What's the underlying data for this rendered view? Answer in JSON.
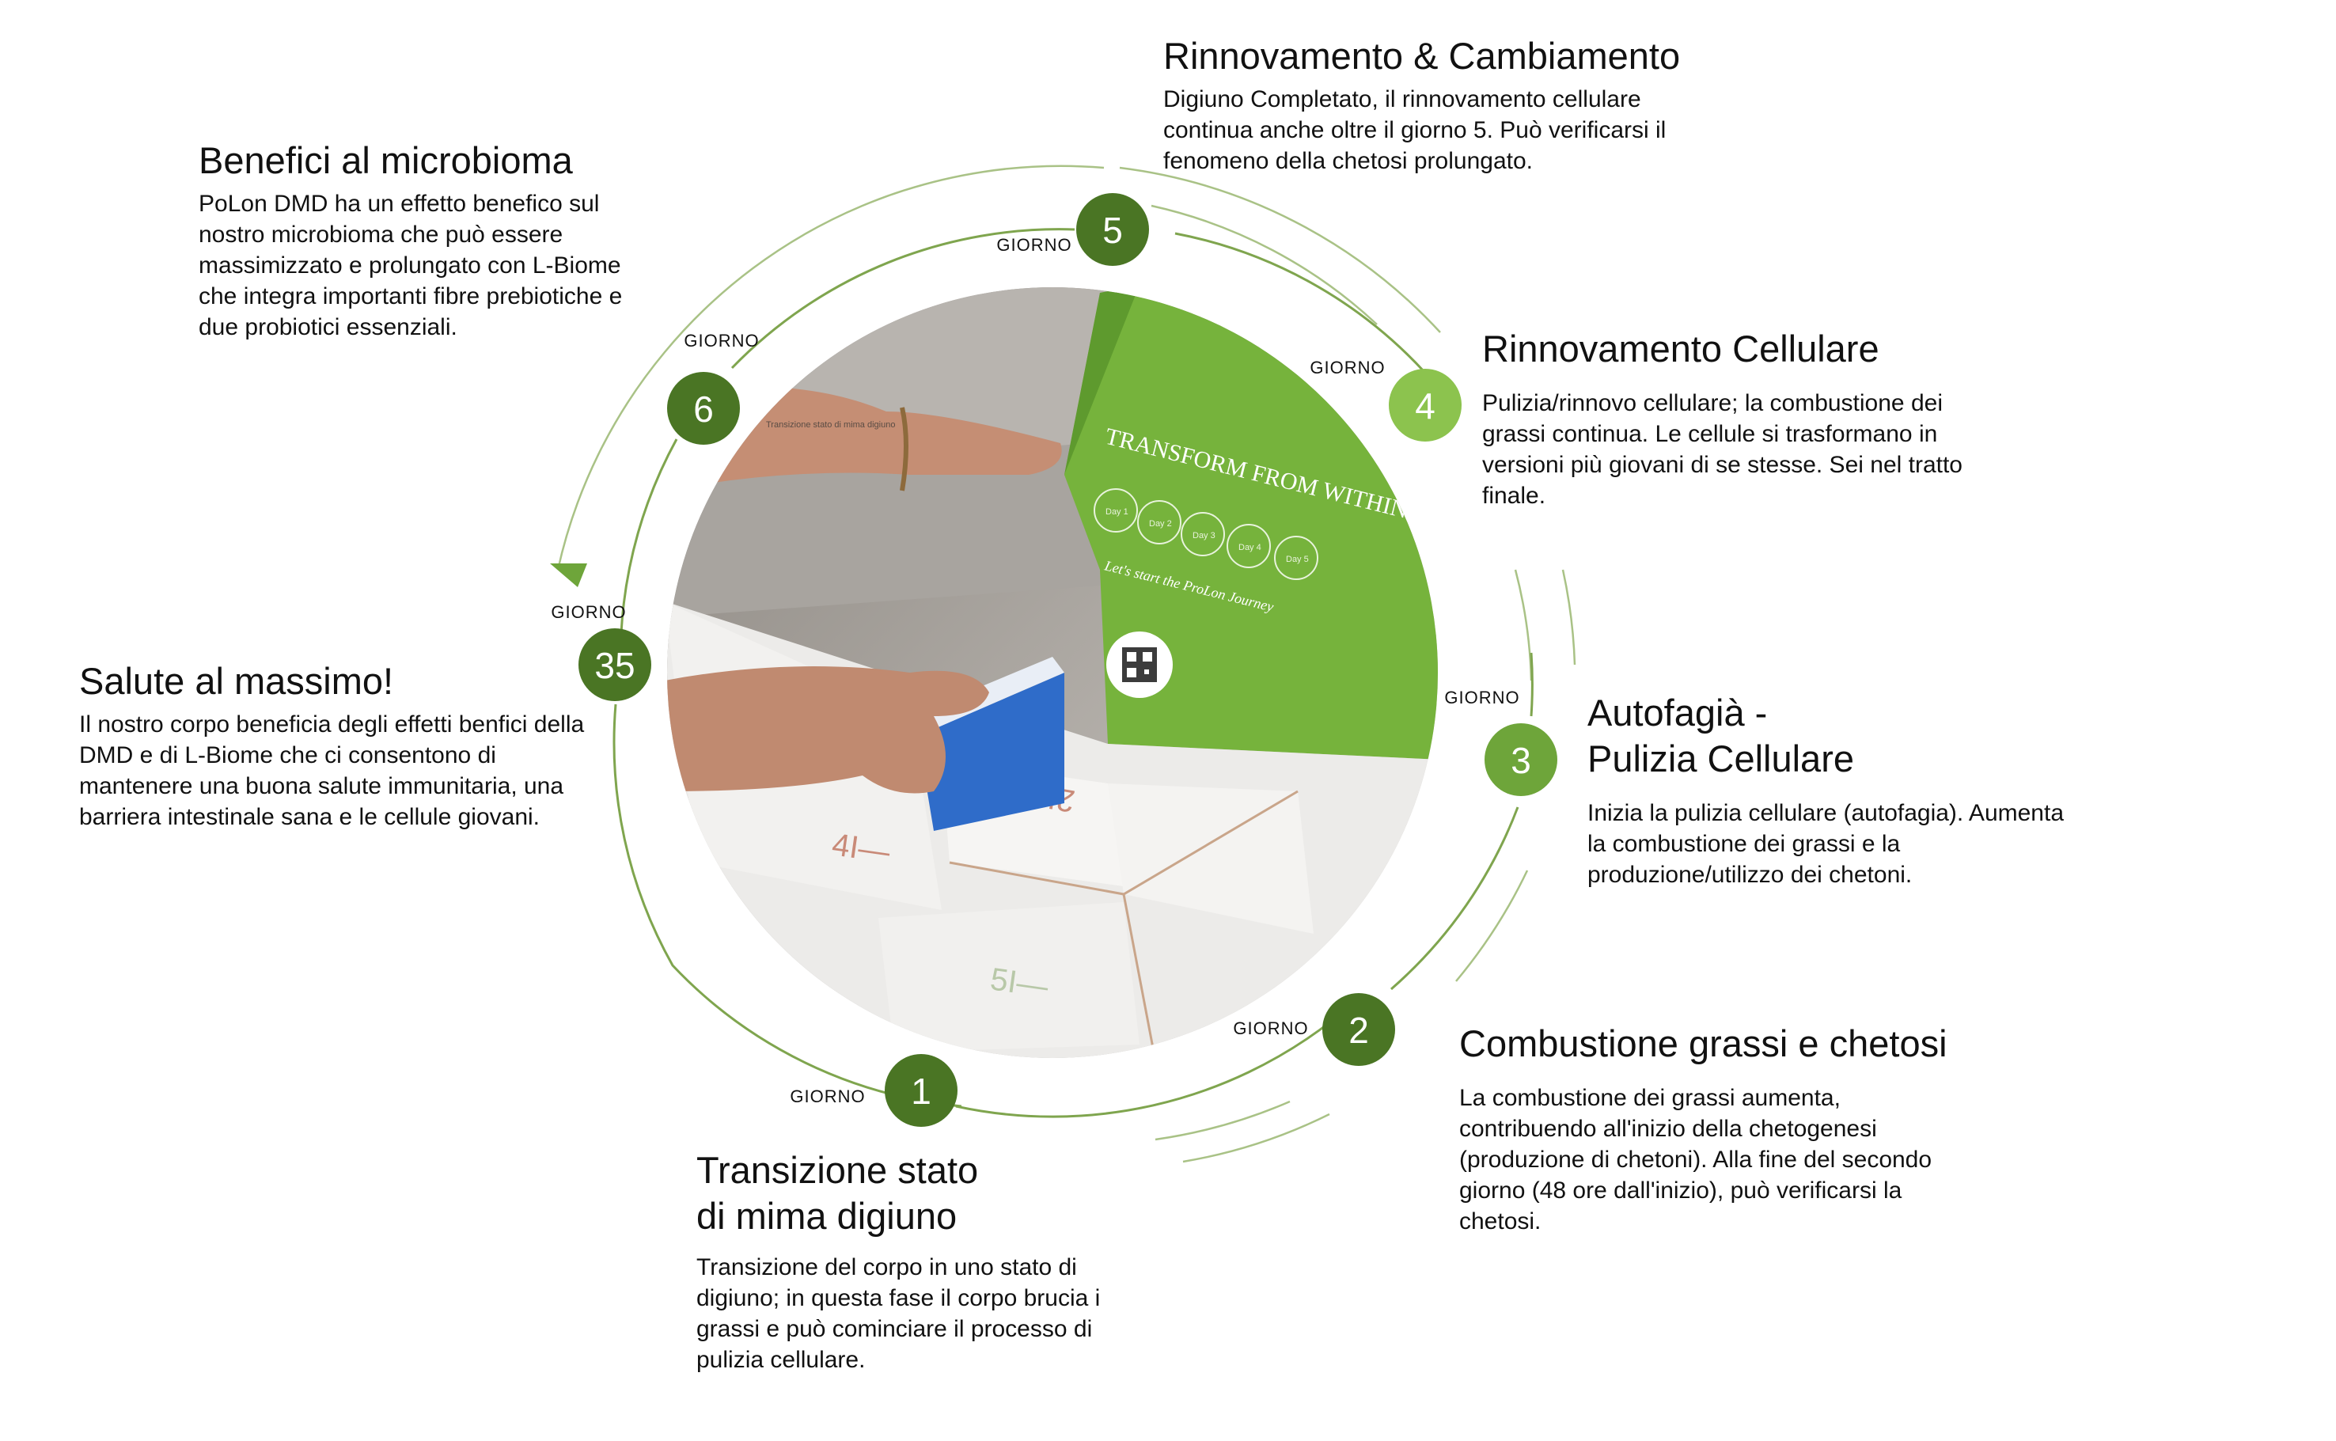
{
  "label_giorno": "GIORNO",
  "colors": {
    "dark_green": "#4a7524",
    "light_green": "#8cc34e",
    "mid_green": "#6ea53a",
    "arc": "#7fa54e"
  },
  "photo": {
    "box_heading": "TRANSFORM FROM WITHIN",
    "box_days": [
      "Day 1",
      "Day 2",
      "Day 3",
      "Day 4",
      "Day 5"
    ],
    "box_footer": "Let's start the ProLon Journey",
    "caption": "Transizione stato di mima digiuno"
  },
  "steps": [
    {
      "day": "1",
      "title_lines": [
        "Transizione stato",
        "di mima digiuno"
      ],
      "body": "Transizione del corpo in uno stato di digiuno; in questa fase il corpo brucia i grassi e può cominciare il processo di pulizia cellulare."
    },
    {
      "day": "2",
      "title_lines": [
        "Combustione grassi e chetosi"
      ],
      "body": "La combustione dei grassi aumenta, contribuendo all'inizio della chetogenesi (produzione di chetoni). Alla fine del secondo giorno (48 ore dall'inizio), può verificarsi la chetosi."
    },
    {
      "day": "3",
      "title_lines": [
        "Autofagià -",
        "Pulizia Cellulare"
      ],
      "body": "Inizia la pulizia cellulare (autofagia). Aumenta la combustione dei grassi e la produzione/utilizzo dei chetoni."
    },
    {
      "day": "4",
      "title_lines": [
        "Rinnovamento Cellulare"
      ],
      "body": "Pulizia/rinnovo cellulare; la combustione dei grassi continua. Le cellule si trasformano in versioni più giovani di se stesse. Sei nel tratto finale."
    },
    {
      "day": "5",
      "title_lines": [
        "Rinnovamento & Cambiamento"
      ],
      "body": "Digiuno Completato, il rinnovamento cellulare continua anche oltre il giorno 5. Può verificarsi il fenomeno della chetosi prolungato."
    },
    {
      "day": "6",
      "title_lines": [
        "Benefici al microbioma"
      ],
      "body": "PoLon DMD ha un effetto benefico sul nostro microbioma che può essere massimizzato e prolungato con L-Biome che integra importanti fibre prebiotiche e due probiotici essenziali."
    },
    {
      "day": "35",
      "title_lines": [
        "Salute al massimo!"
      ],
      "body": "Il nostro corpo beneficia degli effetti benfici della DMD e di L-Biome che ci consentono di mantenere una buona salute immunitaria, una barriera intestinale sana e le cellule giovani."
    }
  ]
}
